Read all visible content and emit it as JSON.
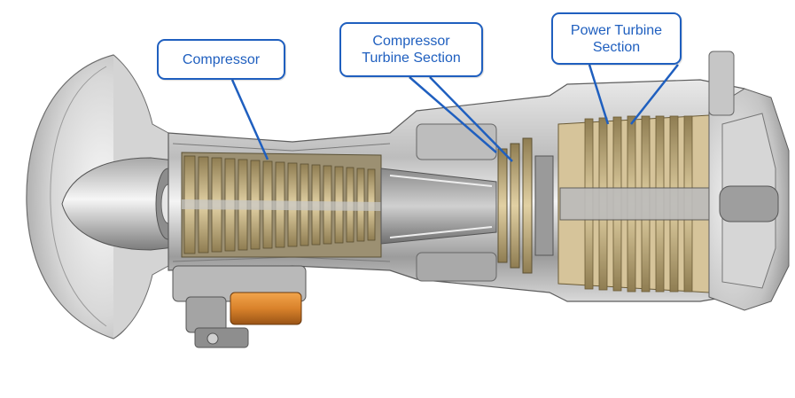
{
  "diagram": {
    "labels": {
      "compressor": "Compressor",
      "compressor_turbine_line1": "Compressor",
      "compressor_turbine_line2": "Turbine Section",
      "power_turbine_line1": "Power Turbine",
      "power_turbine_line2": "Section"
    },
    "colors": {
      "callout_border": "#1f5fbf",
      "callout_text": "#1f5fbf",
      "background": "#ffffff",
      "casing_metal": "#c9c9c9",
      "compressor_blades": "#b8a67a",
      "turbine_blades": "#d2b98a",
      "accessory_orange": "#d9822b"
    },
    "icons": [
      "gas-turbine-engine-cutaway-illustration"
    ]
  }
}
